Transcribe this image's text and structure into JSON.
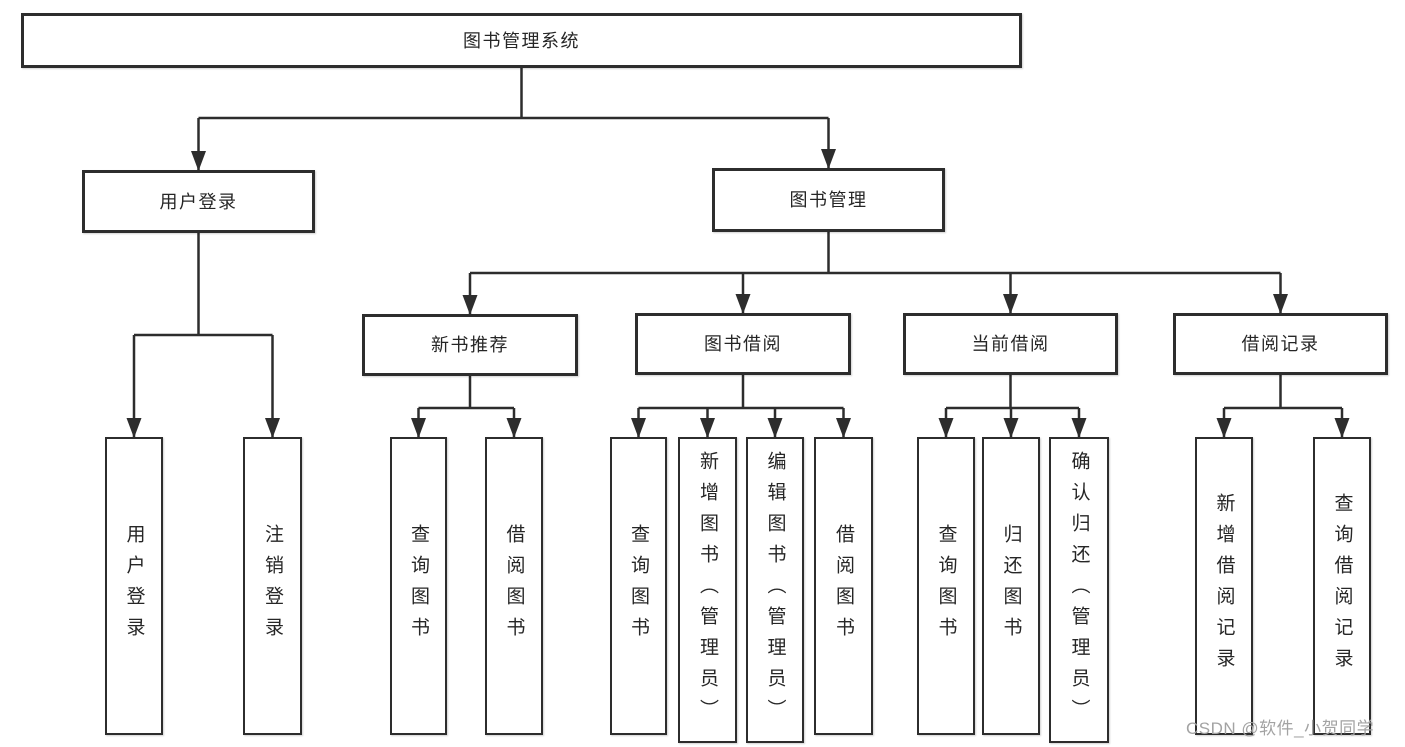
{
  "watermark": "CSDN @软件_小贺同学",
  "colors": {
    "background": "#ffffff",
    "box_fill": "#ffffff",
    "box_border": "#2d2d2d",
    "line": "#2d2d2d",
    "text": "#262626",
    "watermark": "#a3a3a3"
  },
  "tree": {
    "root": {
      "label": "图书管理系统"
    },
    "level2": [
      {
        "label": "用户登录",
        "parent": "图书管理系统"
      },
      {
        "label": "图书管理",
        "parent": "图书管理系统"
      }
    ],
    "level3": [
      {
        "label": "新书推荐",
        "parent": "图书管理"
      },
      {
        "label": "图书借阅",
        "parent": "图书管理"
      },
      {
        "label": "当前借阅",
        "parent": "图书管理"
      },
      {
        "label": "借阅记录",
        "parent": "图书管理"
      }
    ],
    "leaves": [
      {
        "label": "用户登录",
        "parent": "用户登录"
      },
      {
        "label": "注销登录",
        "parent": "用户登录"
      },
      {
        "label": "查询图书",
        "parent": "新书推荐"
      },
      {
        "label": "借阅图书",
        "parent": "新书推荐"
      },
      {
        "label": "查询图书",
        "parent": "图书借阅"
      },
      {
        "label": "新增图书（管理员）",
        "parent": "图书借阅"
      },
      {
        "label": "编辑图书（管理员）",
        "parent": "图书借阅"
      },
      {
        "label": "借阅图书",
        "parent": "图书借阅"
      },
      {
        "label": "查询图书",
        "parent": "当前借阅"
      },
      {
        "label": "归还图书",
        "parent": "当前借阅"
      },
      {
        "label": "确认归还（管理员）",
        "parent": "当前借阅"
      },
      {
        "label": "新增借阅记录",
        "parent": "借阅记录"
      },
      {
        "label": "查询借阅记录",
        "parent": "借阅记录"
      }
    ]
  }
}
